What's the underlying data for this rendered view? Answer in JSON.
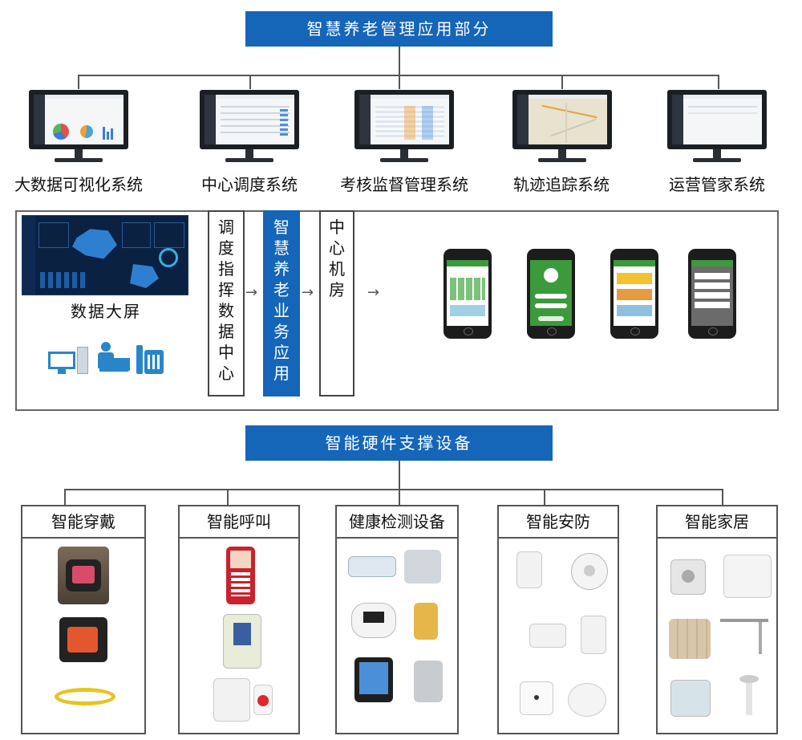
{
  "top_banner": "智慧养老管理应用部分",
  "systems": [
    {
      "label": "大数据可视化系统"
    },
    {
      "label": "中心调度系统"
    },
    {
      "label": "考核监督管理系统"
    },
    {
      "label": "轨迹追踪系统"
    },
    {
      "label": "运营管家系统"
    }
  ],
  "middle": {
    "screen_label": "数据大屏",
    "box1": "调度指挥数据中心",
    "box2": "智慧养老业务应用",
    "box3": "中心机房",
    "arrow": "→"
  },
  "bottom_banner": "智能硬件支撑设备",
  "categories": [
    {
      "label": "智能穿戴"
    },
    {
      "label": "智能呼叫"
    },
    {
      "label": "健康检测设备"
    },
    {
      "label": "智能安防"
    },
    {
      "label": "智能家居"
    }
  ],
  "colors": {
    "accent": "#1565b8",
    "line": "#555555",
    "phone_green": "#3c9a3c"
  }
}
